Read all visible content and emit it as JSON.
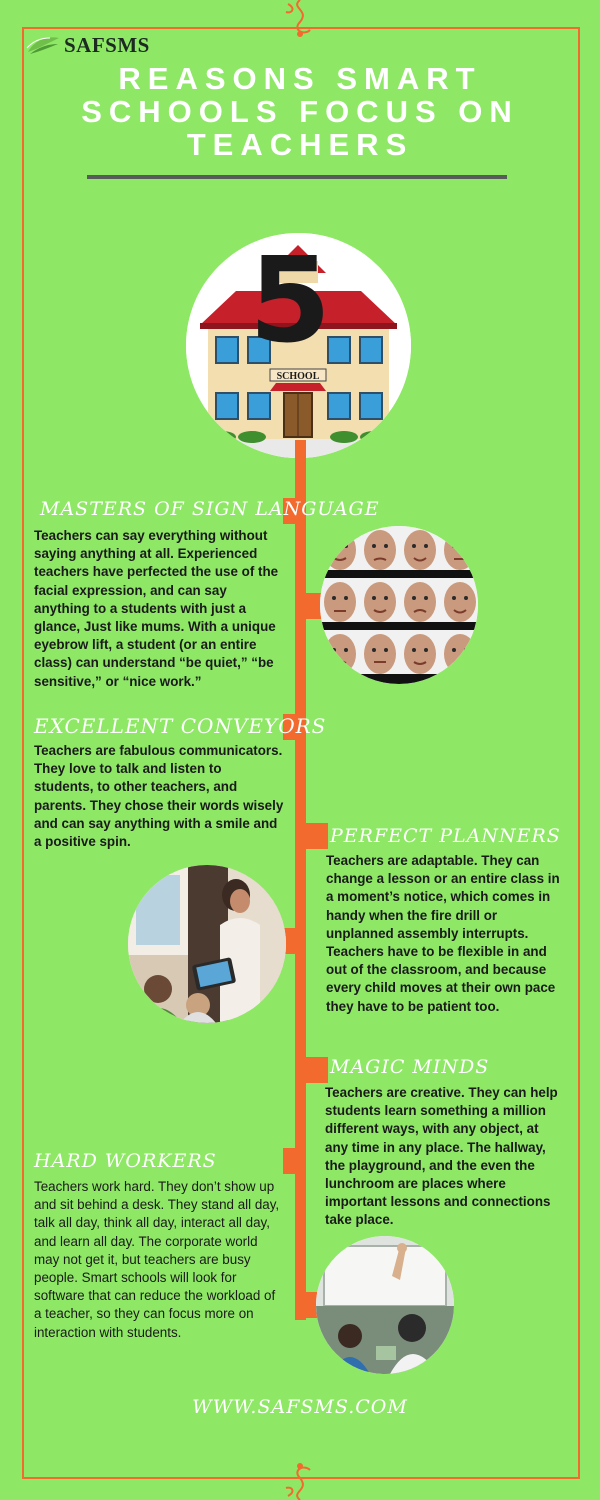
{
  "brand": {
    "logo_text": "SAFSMS",
    "website": "WWW.SAFSMS.COM",
    "accent_color": "#f26a2e",
    "background_color": "#8ee866"
  },
  "header": {
    "title": "REASONS SMART SCHOOLS FOCUS ON TEACHERS"
  },
  "hero": {
    "number": "5",
    "sign_text": "SCHOOL"
  },
  "sections": [
    {
      "heading": "MASTERS OF SIGN LANGUAGE",
      "body": "Teachers can say everything without saying anything at all. Experienced teachers have perfected the use of the facial expression, and can say anything to a students with just a glance, Just like mums. With a unique eyebrow lift, a student (or an entire class) can understand “be quiet,” “be sensitive,” or “nice work.”"
    },
    {
      "heading": "EXCELLENT CONVEYORS",
      "body": "Teachers are fabulous communicators. They love to talk and listen to students, to other teachers, and parents. They chose their words wisely and can say anything with a smile and a positive spin."
    },
    {
      "heading": "PERFECT PLANNERS",
      "body": "Teachers are adaptable. They can change a lesson or an entire class in a moment’s notice, which comes in handy when the fire drill or unplanned assembly interrupts. Teachers have to be flexible in and out of the classroom, and because every child moves at their own pace they have to be patient too."
    },
    {
      "heading": "MAGIC MINDS",
      "body": "Teachers are creative. They can help students learn something a million different ways, with any object, at any time in any place. The hallway, the playground, and the even the lunchroom are places where important lessons and connections take place."
    },
    {
      "heading": "HARD WORKERS",
      "body": "Teachers work hard. They don’t show up and sit behind a desk. They stand all day, talk all day, think all day, interact all day, and learn all day. The corporate world may not get it, but teachers are busy people.  Smart schools will look for software that can reduce the workload of a teacher, so they can focus more on interaction with students."
    }
  ]
}
